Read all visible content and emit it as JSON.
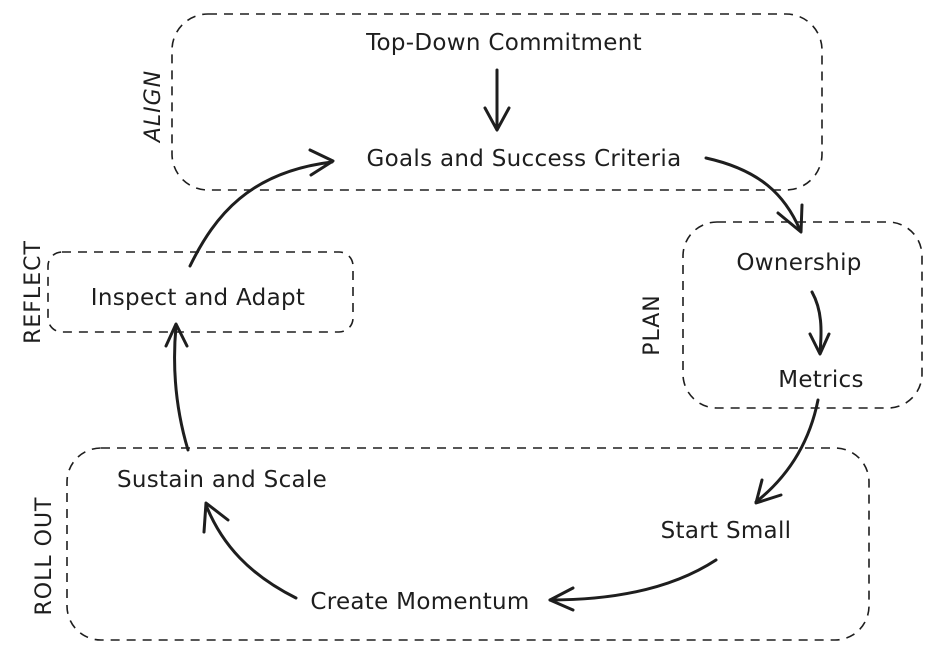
{
  "groups": {
    "align": "ALIGN",
    "plan": "PLAN",
    "reflect": "REFLECT",
    "roll_out": "ROLL OUT"
  },
  "nodes": {
    "top_down": "Top-Down Commitment",
    "goals": "Goals and Success Criteria",
    "ownership": "Ownership",
    "metrics": "Metrics",
    "start_small": "Start Small",
    "create_momentum": "Create Momentum",
    "sustain_scale": "Sustain and Scale",
    "inspect_adapt": "Inspect and Adapt"
  },
  "style": {
    "stroke_color": "#1e1e1e",
    "background": "#ffffff"
  }
}
